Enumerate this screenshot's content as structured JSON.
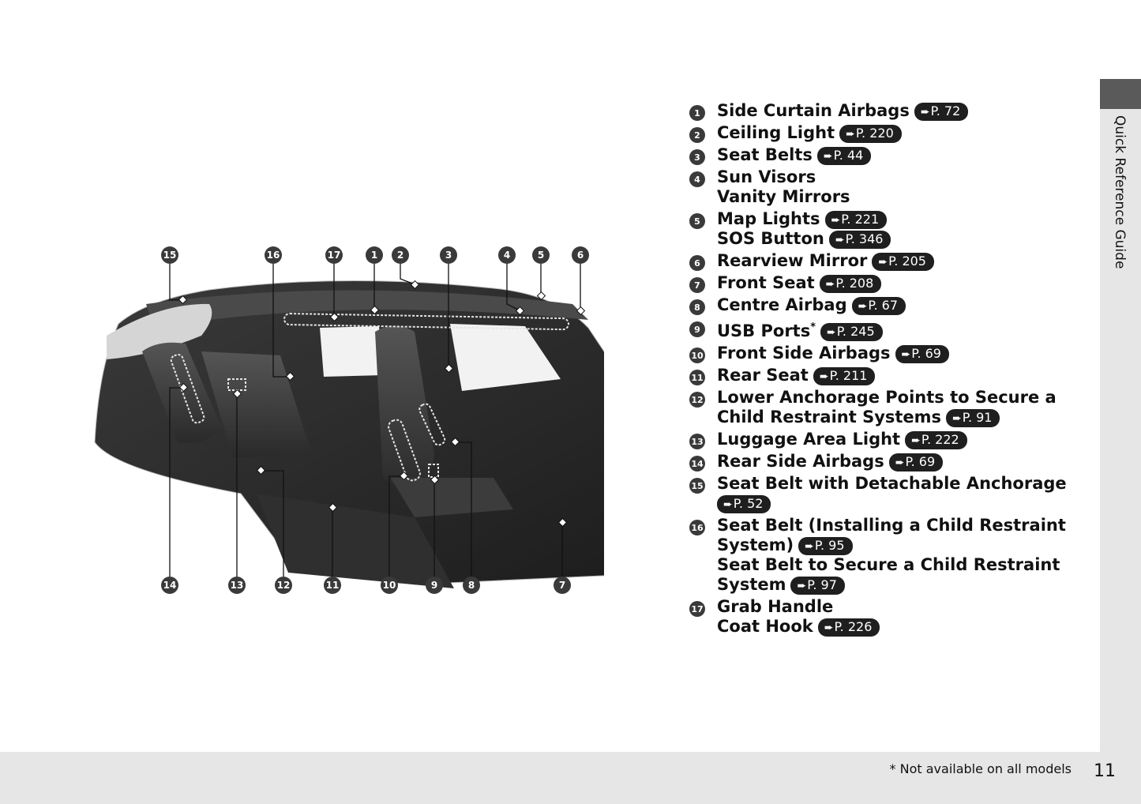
{
  "side_tab": {
    "label": "Quick Reference Guide"
  },
  "footer": {
    "footnote": "* Not available on all models",
    "page_number": "11"
  },
  "illustration": {
    "top_callouts": [
      "15",
      "16",
      "17",
      "1",
      "2",
      "3",
      "4",
      "5",
      "6"
    ],
    "bottom_callouts": [
      "14",
      "13",
      "12",
      "11",
      "10",
      "9",
      "8",
      "7"
    ]
  },
  "legend": [
    {
      "num": "1",
      "lines": [
        {
          "text": "Side Curtain Airbags",
          "ref": "P. 72"
        }
      ]
    },
    {
      "num": "2",
      "lines": [
        {
          "text": "Ceiling Light",
          "ref": "P. 220"
        }
      ]
    },
    {
      "num": "3",
      "lines": [
        {
          "text": "Seat Belts",
          "ref": "P. 44"
        }
      ]
    },
    {
      "num": "4",
      "lines": [
        {
          "text": "Sun Visors"
        },
        {
          "text": "Vanity Mirrors"
        }
      ]
    },
    {
      "num": "5",
      "lines": [
        {
          "text": "Map Lights",
          "ref": "P. 221"
        },
        {
          "text": "SOS Button",
          "ref": "P. 346"
        }
      ]
    },
    {
      "num": "6",
      "lines": [
        {
          "text": "Rearview Mirror",
          "ref": "P. 205"
        }
      ]
    },
    {
      "num": "7",
      "lines": [
        {
          "text": "Front Seat",
          "ref": "P. 208"
        }
      ]
    },
    {
      "num": "8",
      "lines": [
        {
          "text": "Centre Airbag",
          "ref": "P. 67"
        }
      ]
    },
    {
      "num": "9",
      "lines": [
        {
          "text": "USB Ports",
          "asterisk": "*",
          "ref": "P. 245"
        }
      ]
    },
    {
      "num": "10",
      "lines": [
        {
          "text": "Front Side Airbags",
          "ref": "P. 69"
        }
      ]
    },
    {
      "num": "11",
      "lines": [
        {
          "text": "Rear Seat",
          "ref": "P. 211"
        }
      ]
    },
    {
      "num": "12",
      "lines": [
        {
          "text": "Lower Anchorage Points to Secure a"
        },
        {
          "text": "Child Restraint Systems",
          "ref": "P. 91"
        }
      ]
    },
    {
      "num": "13",
      "lines": [
        {
          "text": "Luggage Area Light",
          "ref": "P. 222"
        }
      ]
    },
    {
      "num": "14",
      "lines": [
        {
          "text": "Rear Side Airbags",
          "ref": "P. 69"
        }
      ]
    },
    {
      "num": "15",
      "lines": [
        {
          "text": "Seat Belt with Detachable Anchorage"
        },
        {
          "text": "",
          "ref": "P. 52"
        }
      ]
    },
    {
      "num": "16",
      "lines": [
        {
          "text": "Seat Belt (Installing a Child Restraint"
        },
        {
          "text": "System)",
          "ref": "P. 95"
        },
        {
          "text": "Seat Belt to Secure a Child Restraint"
        },
        {
          "text": "System",
          "ref": "P. 97"
        }
      ]
    },
    {
      "num": "17",
      "lines": [
        {
          "text": "Grab Handle"
        },
        {
          "text": "Coat Hook",
          "ref": "P. 226"
        }
      ]
    }
  ]
}
